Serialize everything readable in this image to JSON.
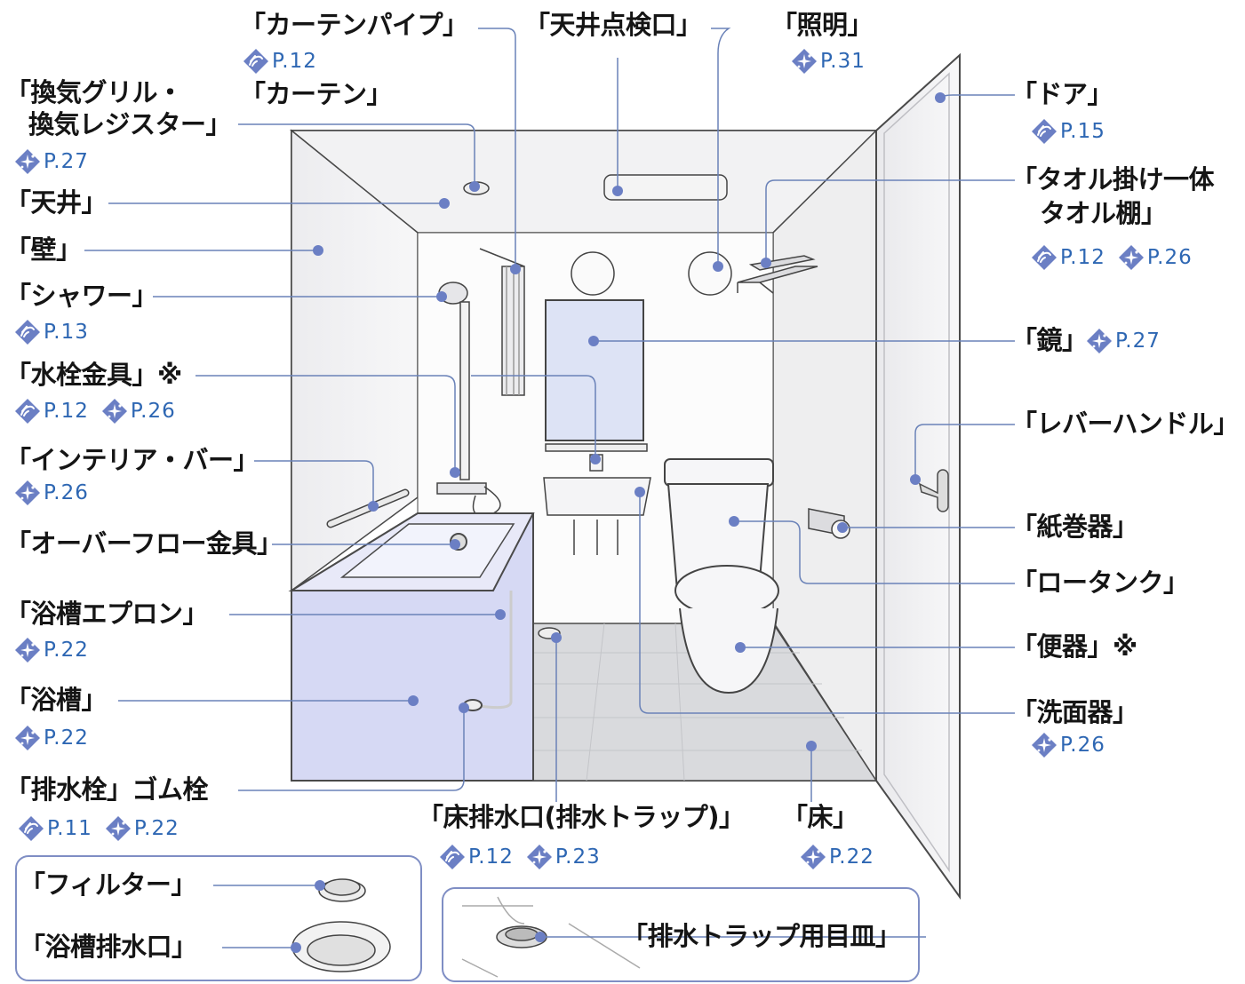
{
  "colors": {
    "accent": "#6b7fc4",
    "leader": "#6a82b8",
    "ref_text": "#2e67b3",
    "tub": "#d4d7f3"
  },
  "icons": {
    "wipe": "hand-wipe-icon",
    "clean": "sparkle-clean-icon"
  },
  "labels": {
    "curtain_pipe": "「カーテンパイプ」",
    "curtain": "「カーテン」",
    "ceiling_hatch": "「天井点検口」",
    "lighting": "「照明」",
    "vent": "「換気グリル・",
    "vent2": "換気レジスター」",
    "ceiling": "「天井」",
    "wall": "「壁」",
    "shower": "「シャワー」",
    "faucet": "「水栓金具」※",
    "interior_bar": "「インテリア・バー」",
    "overflow": "「オーバーフロー金具」",
    "apron": "「浴槽エプロン」",
    "bathtub": "「浴槽」",
    "drain_plug": "「排水栓」ゴム栓",
    "filter": "「フィルター」",
    "tub_drain": "「浴槽排水口」",
    "door": "「ドア」",
    "towel": "「タオル掛け一体",
    "towel2": "タオル棚」",
    "mirror": "「鏡」",
    "lever": "「レバーハンドル」",
    "paper": "「紙巻器」",
    "low_tank": "「ロータンク」",
    "toilet": "「便器」※",
    "washbasin": "「洗面器」",
    "floor_drain": "「床排水口(排水トラップ)」",
    "floor": "「床」",
    "trap_plate": "「排水トラップ用目皿」"
  },
  "refs": {
    "curtain_pipe": "P.12",
    "lighting": "P.31",
    "vent": "P.27",
    "shower": "P.13",
    "faucet_a": "P.12",
    "faucet_b": "P.26",
    "interior_bar": "P.26",
    "apron": "P.22",
    "bathtub": "P.22",
    "drain_a": "P.11",
    "drain_b": "P.22",
    "door": "P.15",
    "towel_a": "P.12",
    "towel_b": "P.26",
    "mirror": "P.27",
    "washbasin": "P.26",
    "floor_drain_a": "P.12",
    "floor_drain_b": "P.23",
    "floor": "P.22"
  }
}
